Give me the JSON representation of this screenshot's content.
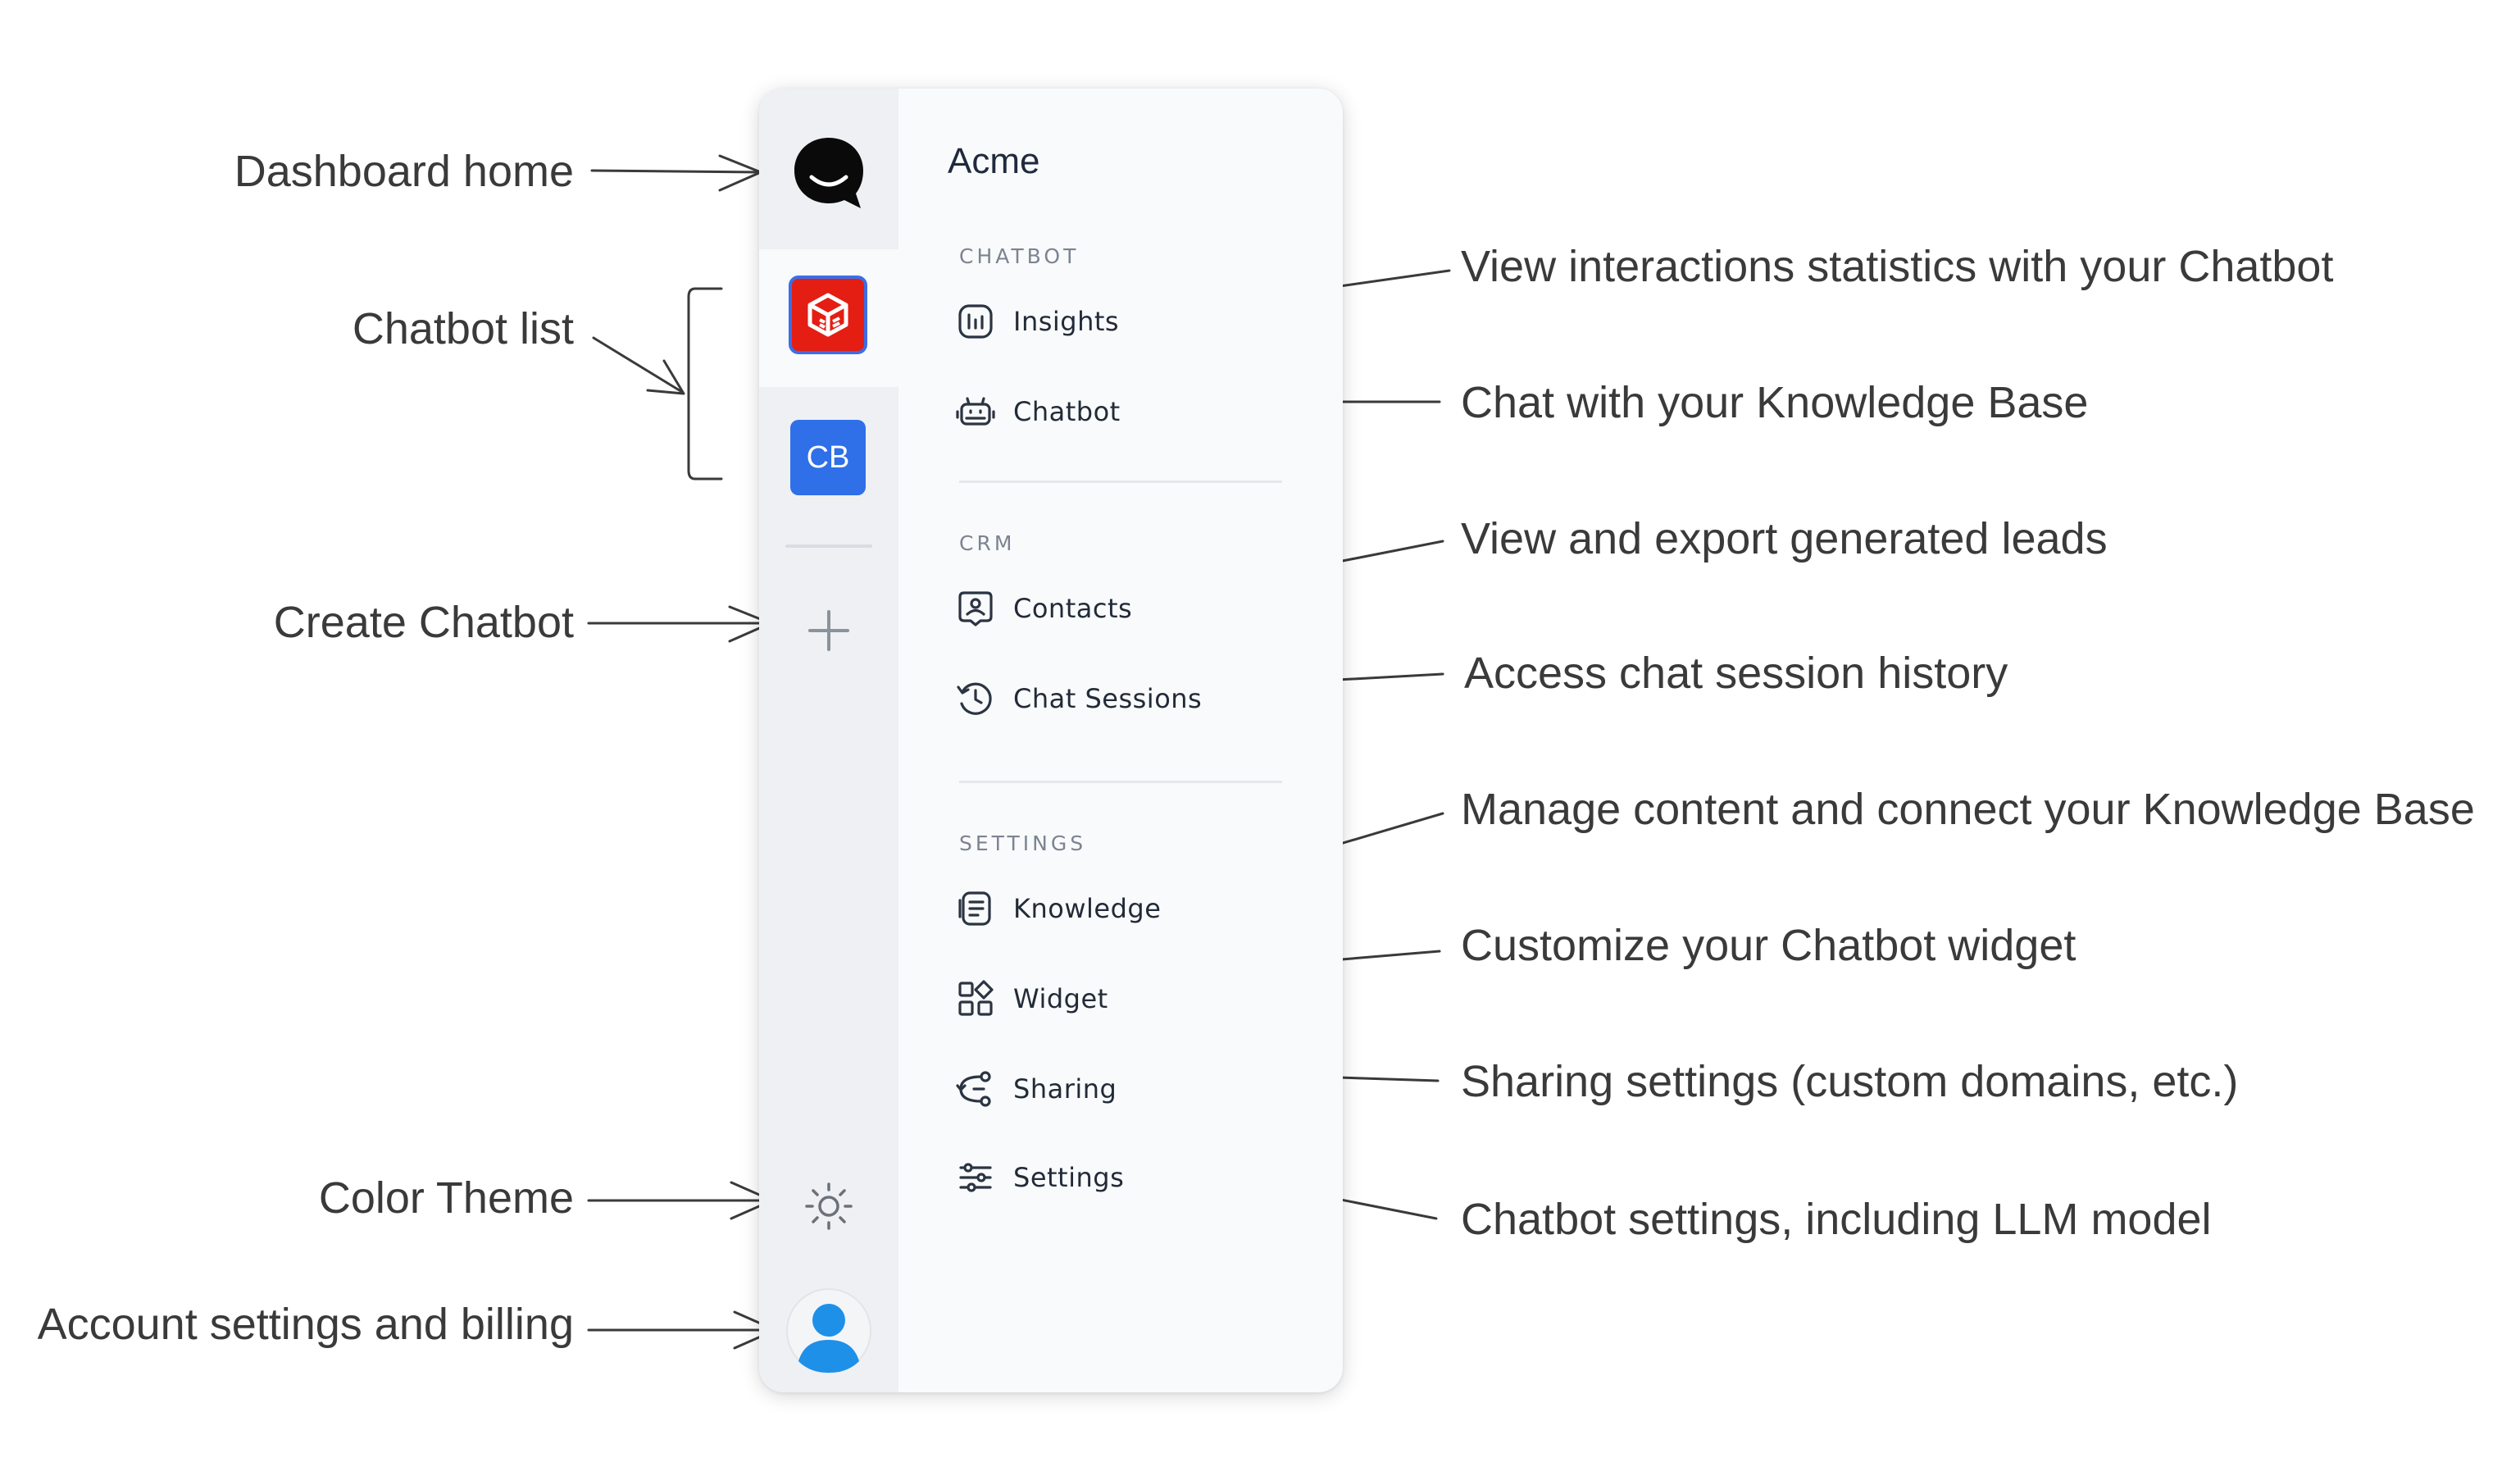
{
  "sidebar": {
    "brand": "Acme",
    "bots": [
      {
        "label": "",
        "color": "#e41e13",
        "active": true
      },
      {
        "label": "CB",
        "color": "#2f6fe8",
        "active": false
      }
    ],
    "sections": [
      {
        "title": "CHATBOT",
        "items": [
          {
            "label": "Insights",
            "icon": "bar-chart-icon"
          },
          {
            "label": "Chatbot",
            "icon": "robot-icon"
          }
        ]
      },
      {
        "title": "CRM",
        "items": [
          {
            "label": "Contacts",
            "icon": "contact-card-icon"
          },
          {
            "label": "Chat Sessions",
            "icon": "history-icon"
          }
        ]
      },
      {
        "title": "SETTINGS",
        "items": [
          {
            "label": "Knowledge",
            "icon": "document-icon"
          },
          {
            "label": "Widget",
            "icon": "widget-grid-icon"
          },
          {
            "label": "Sharing",
            "icon": "share-nodes-icon"
          },
          {
            "label": "Settings",
            "icon": "sliders-icon"
          }
        ]
      }
    ]
  },
  "annotations": {
    "dashboard_home": "Dashboard home",
    "chatbot_list": "Chatbot list",
    "create_chatbot": "Create Chatbot",
    "color_theme": "Color Theme",
    "account_settings": "Account settings and billing",
    "insights": "View interactions statistics with your Chatbot",
    "chatbot": "Chat with your Knowledge Base",
    "contacts": "View and export generated leads",
    "chat_sessions": "Access chat session history",
    "knowledge": "Manage content and connect your Knowledge Base",
    "widget": "Customize your Chatbot widget",
    "sharing": "Sharing settings (custom domains, etc.)",
    "settings": "Chatbot settings, including LLM model"
  },
  "colors": {
    "annotation_text": "#3a3a3a",
    "rail_bg": "#eef0f3",
    "panel_bg": "#f9fafb",
    "active_outline": "#3b6ee6",
    "avatar": "#1e90e8"
  }
}
